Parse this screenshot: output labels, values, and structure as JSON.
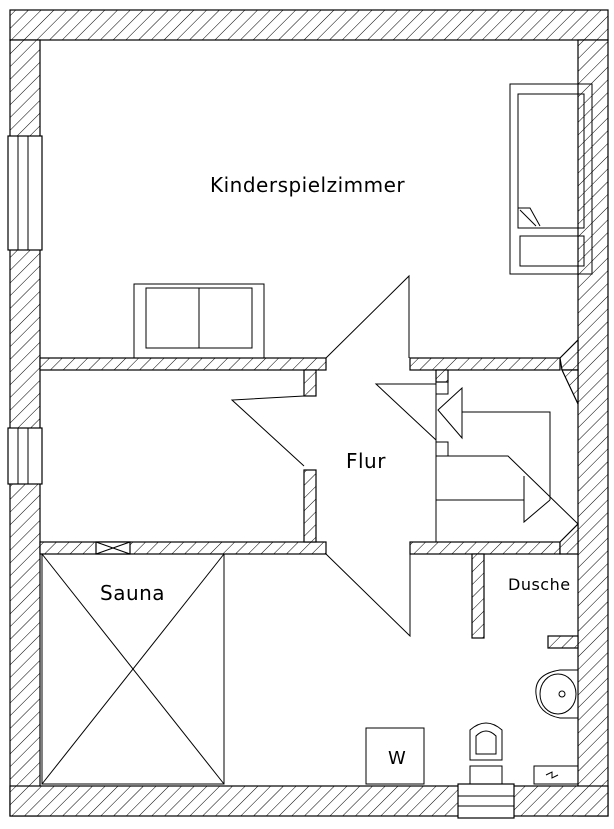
{
  "rooms": {
    "kinderspielzimmer": "Kinderspielzimmer",
    "flur": "Flur",
    "sauna": "Sauna",
    "dusche": "Dusche",
    "w": "W"
  }
}
